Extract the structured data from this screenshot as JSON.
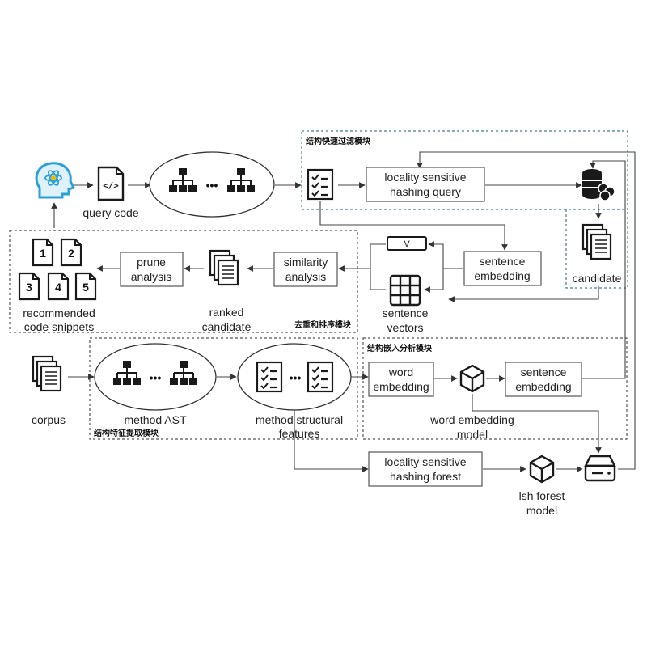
{
  "modules": {
    "fast_filter": "结构快速过滤模块",
    "dedup_sort": "去重和排序模块",
    "embed_analysis": "结构嵌入分析模块",
    "feature_extract": "结构特征提取模块"
  },
  "nodes": {
    "query_code": "query code",
    "lsh_query_line1": "locality sensitive",
    "lsh_query_line2": "hashing query",
    "candidate": "candidate",
    "sentence_embedding_top_line1": "sentence",
    "sentence_embedding_top_line2": "embedding",
    "v_label": "V",
    "sentence_vectors_line1": "sentence",
    "sentence_vectors_line2": "vectors",
    "similarity_line1": "similarity",
    "similarity_line2": "analysis",
    "ranked_line1": "ranked",
    "ranked_line2": "candidate",
    "prune_line1": "prune",
    "prune_line2": "analysis",
    "recommended_line1": "recommended",
    "recommended_line2": "code snippets",
    "corpus": "corpus",
    "method_ast": "method AST",
    "method_struct_line1": "method structural",
    "method_struct_line2": "features",
    "word_embedding_line1": "word",
    "word_embedding_line2": "embedding",
    "word_model_line1": "word embedding",
    "word_model_line2": "model",
    "sentence_embedding_bottom_line1": "sentence",
    "sentence_embedding_bottom_line2": "embedding",
    "lsh_forest_line1": "locality sensitive",
    "lsh_forest_line2": "hashing forest",
    "lsh_model_line1": "lsh forest",
    "lsh_model_line2": "model"
  },
  "snippet_numbers": [
    "1",
    "2",
    "3",
    "4",
    "5"
  ],
  "ellipsis": "•••",
  "code_symbol": "</>",
  "colors": {
    "filter_border": "#4a7a8c",
    "gray_border": "#555555",
    "brain_blue": "#2a9fd8",
    "brain_yellow": "#f2b705"
  },
  "icons": [
    "brain-icon",
    "code-file-icon",
    "tree-icon",
    "checklist-icon",
    "database-icon",
    "documents-icon",
    "grid-icon",
    "cube-icon",
    "drive-icon"
  ]
}
